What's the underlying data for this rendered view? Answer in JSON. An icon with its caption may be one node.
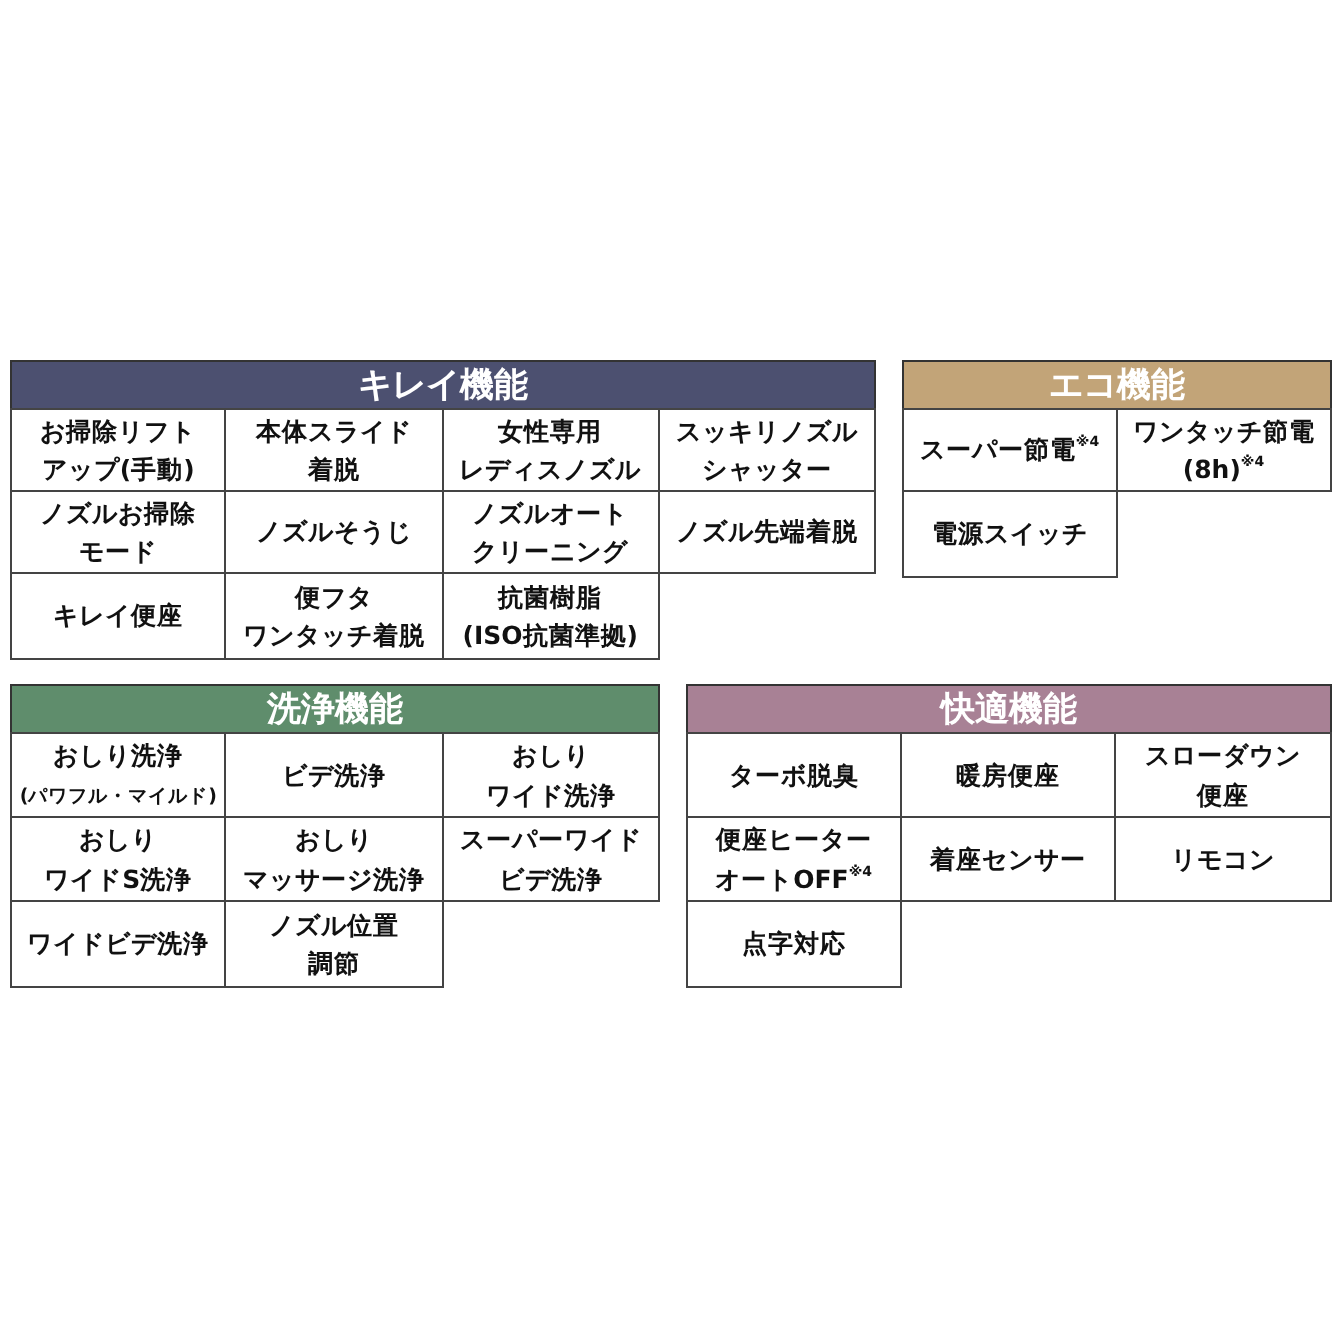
{
  "diagram": {
    "nodes": [
      {
        "text": [
          "キレイ機能"
        ]
      },
      {
        "text": [
          "お掃除リフトアップ(手動)"
        ]
      },
      {
        "text": [
          "本体スライド着脱"
        ]
      },
      {
        "text": [
          "女性専用レディスノズル"
        ]
      },
      {
        "text": [
          "スッキリノズルシャッター"
        ]
      },
      {
        "text": [
          "ノズルお掃除モード"
        ]
      },
      {
        "text": [
          "ノズルそうじ"
        ]
      },
      {
        "text": [
          "ノズルオートクリーニング"
        ]
      },
      {
        "text": [
          "ノズル先端着脱"
        ]
      },
      {
        "text": [
          "キレイ便座"
        ]
      },
      {
        "text": [
          "便フタワンタッチ着脱"
        ]
      },
      {
        "text": [
          "抗菌樹脂(ISO抗菌準拠)"
        ]
      },
      {
        "text": [
          "エコ機能"
        ]
      },
      {
        "text": [
          "スーパー節電$^{※4}$"
        ]
      },
      {
        "text": [
          "ワンタッチ節電(8h)$^{※4}$"
        ]
      },
      {
        "text": [
          "電源スイッチ"
        ]
      },
      {
        "text": [
          "洗浄機能"
        ]
      },
      {
        "text": [
          "おしり洗浄(パワフル・マイルド)"
        ]
      },
      {
        "text": [
          "ビデ洗浄"
        ]
      },
      {
        "text": [
          "おしりワイド洗浄"
        ]
      },
      {
        "text": [
          "おしりワイドS洗浄"
        ]
      },
      {
        "text": [
          "おしりマッサージ洗浄"
        ]
      },
      {
        "text": [
          "スーパーワイドビデ洗浄"
        ]
      },
      {
        "text": [
          "ワイドビデ洗浄"
        ]
      },
      {
        "text": [
          "ノズル位置調節"
        ]
      },
      {
        "text": [
          "快適機能"
        ]
      },
      {
        "text": [
          "ターボ脱臭"
        ]
      },
      {
        "text": [
          "暖房便座"
        ]
      },
      {
        "text": [
          "スローダウン便座"
        ]
      },
      {
        "text": [
          "便座ヒーターオートOFF$^{※4}$"
        ]
      },
      {
        "text": [
          "着座センサー"
        ]
      },
      {
        "text": [
          "リモコン"
        ]
      },
      {
        "text": [
          "点字対応"
        ]
      }
    ]
  }
}
